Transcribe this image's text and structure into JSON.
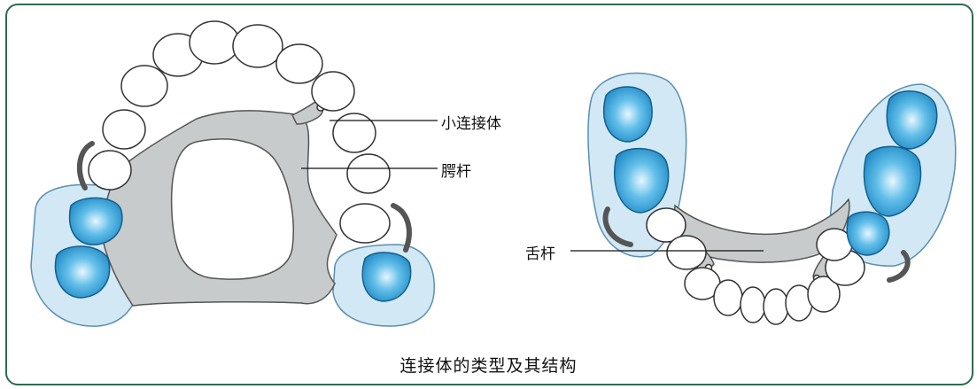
{
  "labels": {
    "minor_connector": "小连接体",
    "palatal_bar": "腭杆",
    "lingual_bar": "舌杆"
  },
  "caption": "连接体的类型及其结构",
  "colors": {
    "frame": "#2e6b4f",
    "denture_base": "#d2e8f5",
    "denture_outline": "#5a8fb0",
    "tooth_blue": "#2a9fd6",
    "metal": "#c8cbcb",
    "metal_outline": "#555555",
    "tooth_fill": "#ffffff",
    "tooth_stroke": "#333333"
  }
}
